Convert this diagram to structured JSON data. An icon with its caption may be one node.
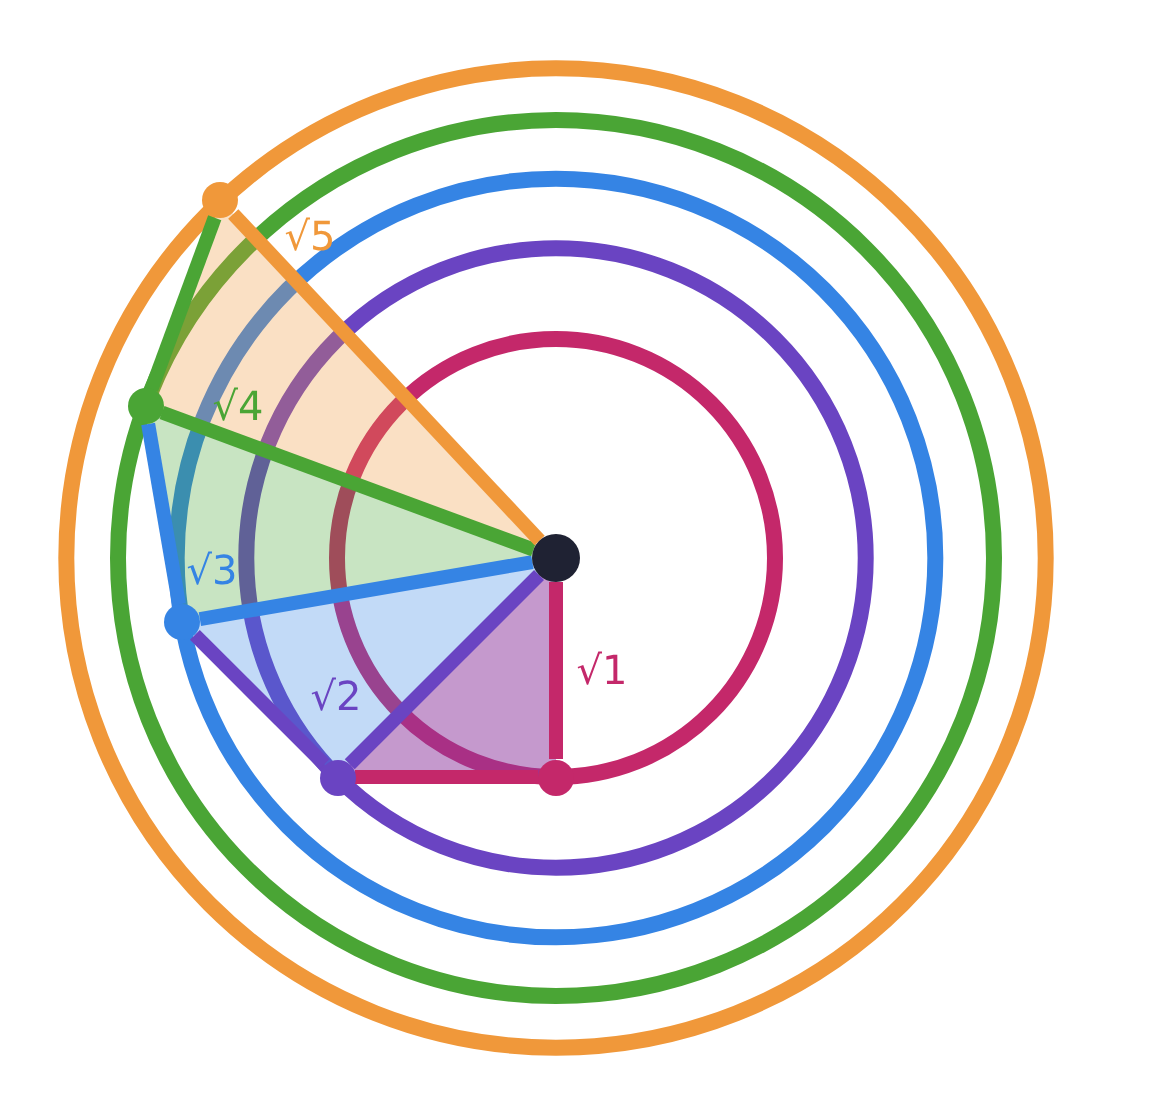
{
  "diagram": {
    "nodes": [
      {
        "text": [],
        "shape": "circle"
      },
      {
        "text": [],
        "shape": "circle"
      },
      {
        "text": [],
        "shape": "circle"
      },
      {
        "text": [],
        "shape": "circle"
      },
      {
        "text": [],
        "shape": "circle"
      },
      {
        "text": [],
        "shape": "circle"
      }
    ],
    "edges": [
      {
        "from": 0,
        "to": 1,
        "arrow": "none",
        "label": "√1",
        "color": "#c4286a"
      },
      {
        "from": 0,
        "to": 2,
        "arrow": "none",
        "label": "√2",
        "color": "#6a44c2"
      },
      {
        "from": 0,
        "to": 3,
        "arrow": "none",
        "label": "√3",
        "color": "#3584e4"
      },
      {
        "from": 0,
        "to": 4,
        "arrow": "none",
        "label": "√4",
        "color": "#4aa535"
      },
      {
        "from": 0,
        "to": 5,
        "arrow": "none",
        "label": "√5",
        "color": "#f0983a"
      },
      {
        "from": 1,
        "to": 2,
        "arrow": "none",
        "color": "#c4286a"
      },
      {
        "from": 2,
        "to": 3,
        "arrow": "none",
        "color": "#6a44c2"
      },
      {
        "from": 3,
        "to": 4,
        "arrow": "none",
        "color": "#3584e4"
      },
      {
        "from": 4,
        "to": 5,
        "arrow": "none",
        "color": "#4aa535"
      }
    ]
  }
}
